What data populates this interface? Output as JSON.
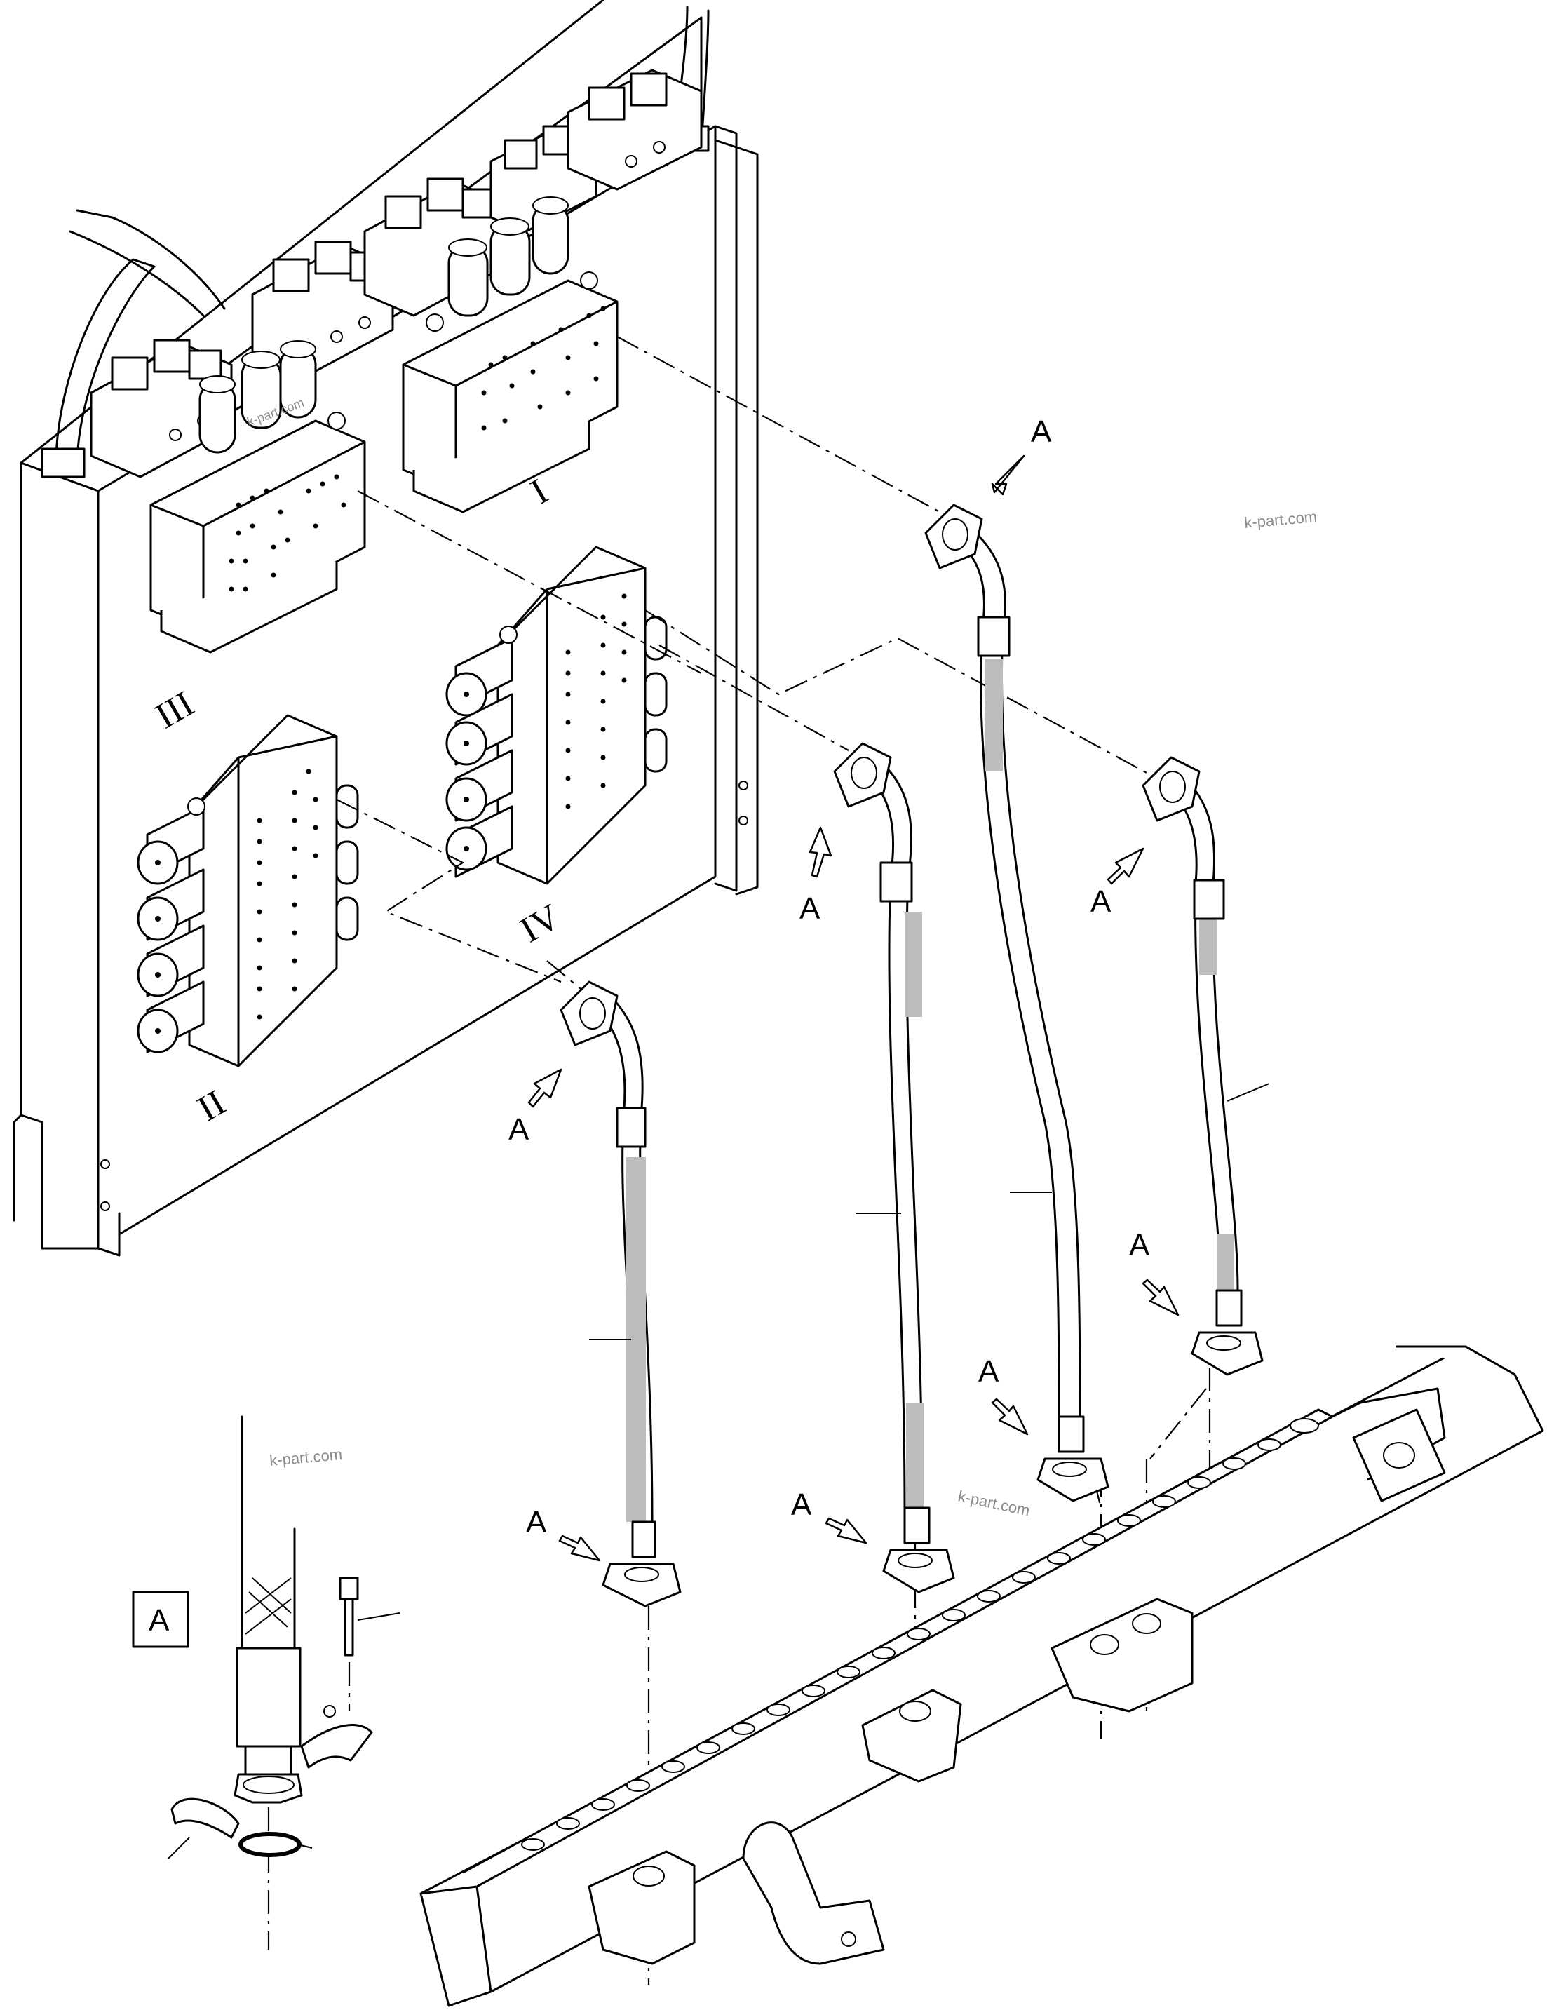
{
  "callouts": {
    "letter": "A",
    "detail_box_label": "A"
  },
  "valve_blocks": {
    "block_1": "I",
    "block_2": "II",
    "block_3": "III",
    "block_4": "IV"
  },
  "watermarks": [
    "k-part.com",
    "k-part.com",
    "k-part.com",
    "k-part.com"
  ],
  "colors": {
    "line": "#000000",
    "background": "#ffffff",
    "hose_shading": "#bdbdbd",
    "watermark": "#8a8a8a"
  },
  "icons": {
    "callout_arrow": "hollow-arrow-icon"
  }
}
